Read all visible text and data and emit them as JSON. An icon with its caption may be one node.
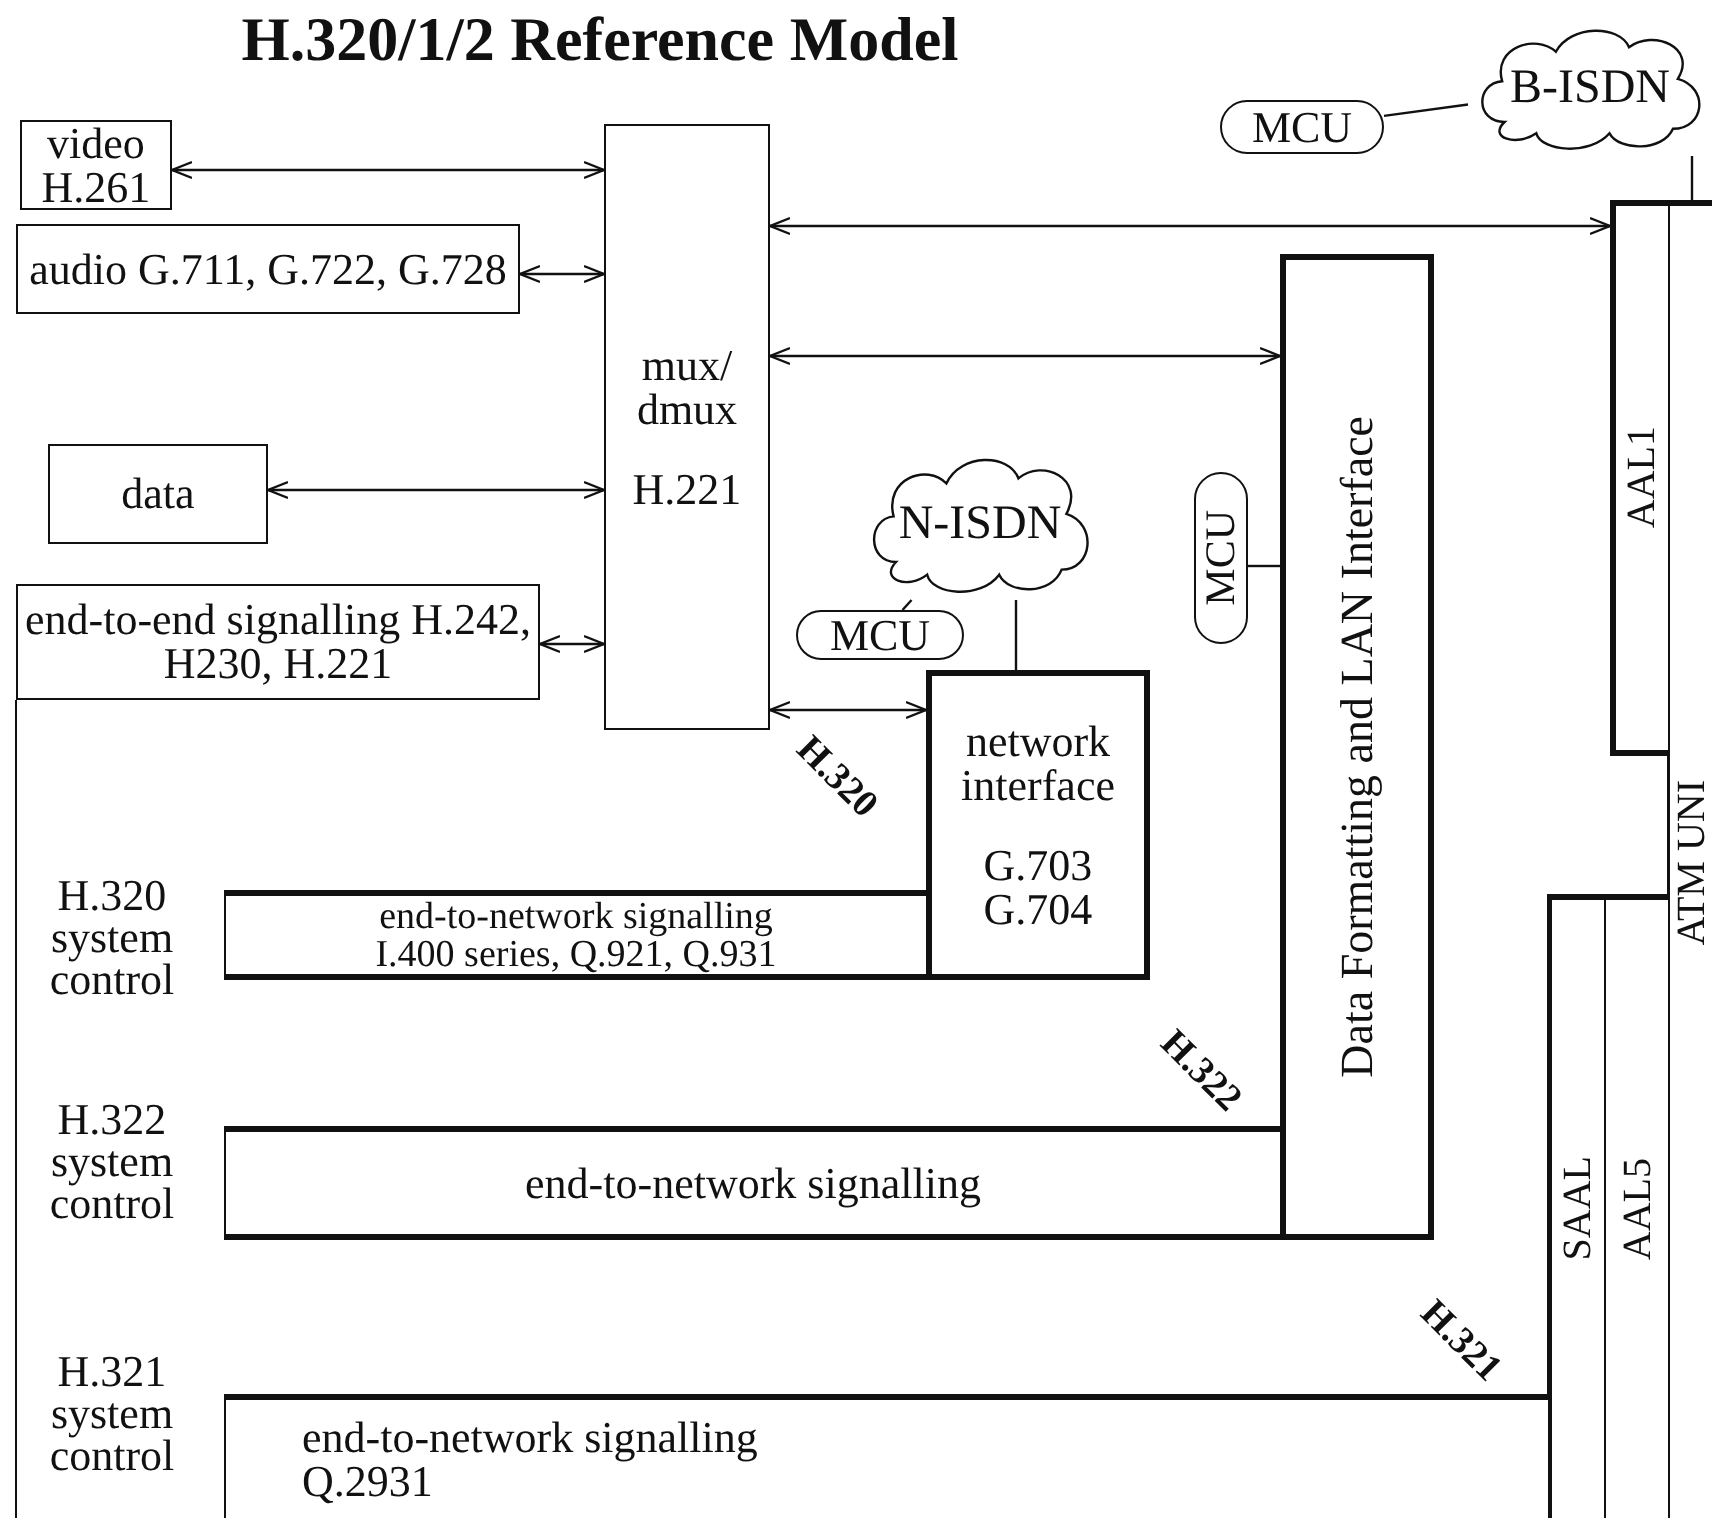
{
  "diagram": {
    "title": "H.320/1/2 Reference Model",
    "nodes": [
      {
        "text": [
          "video H.261"
        ]
      },
      {
        "text": [
          "audio G.711, G.722, G.728"
        ]
      },
      {
        "text": [
          "data"
        ]
      },
      {
        "text": [
          "end-to-end signalling H.242, H230, H.221"
        ]
      },
      {
        "text": [
          "mux/ dmux",
          "H.221"
        ]
      },
      {
        "text": [
          "network interface",
          "G.703 G.704"
        ]
      },
      {
        "text": [
          "N-ISDN"
        ]
      },
      {
        "text": [
          "MCU"
        ]
      },
      {
        "text": [
          "Data Formatting and LAN Interface"
        ]
      },
      {
        "text": [
          "MCU"
        ]
      },
      {
        "text": [
          "B-ISDN"
        ]
      },
      {
        "text": [
          "MCU"
        ]
      },
      {
        "text": [
          "AAL1"
        ]
      },
      {
        "text": [
          "ATM UNI"
        ]
      },
      {
        "text": [
          "SAAL"
        ]
      },
      {
        "text": [
          "AAL5"
        ]
      },
      {
        "text": [
          "end-to-network signalling",
          "I.400 series, Q.921, Q.931"
        ]
      },
      {
        "text": [
          "end-to-network signalling"
        ]
      },
      {
        "text": [
          "end-to-network signalling",
          "Q.2931"
        ]
      }
    ],
    "edges": [
      {
        "from": 0,
        "to": 4,
        "arrow": "both"
      },
      {
        "from": 1,
        "to": 4,
        "arrow": "both"
      },
      {
        "from": 2,
        "to": 4,
        "arrow": "both"
      },
      {
        "from": 3,
        "to": 4,
        "arrow": "both"
      },
      {
        "from": 4,
        "to": 8,
        "arrow": "both"
      },
      {
        "from": 4,
        "to": 12,
        "arrow": "both"
      },
      {
        "from": 4,
        "to": 5,
        "arrow": "both"
      },
      {
        "from": 7,
        "to": 6,
        "arrow": "none"
      },
      {
        "from": 6,
        "to": 5,
        "arrow": "none"
      },
      {
        "from": 9,
        "to": 8,
        "arrow": "none"
      },
      {
        "from": 11,
        "to": 10,
        "arrow": "none"
      },
      {
        "from": 10,
        "to": 13,
        "arrow": "none"
      }
    ],
    "labels": [
      "H.320 system control",
      "H.320",
      "H.322 system control",
      "H.322",
      "H.321 system control",
      "H.321"
    ]
  }
}
